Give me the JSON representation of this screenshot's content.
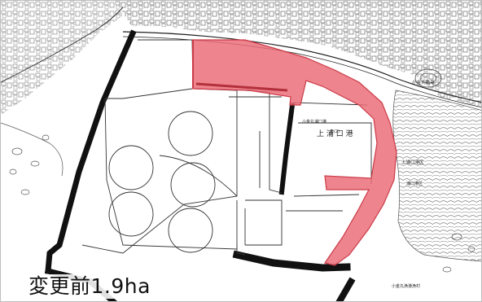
{
  "map": {
    "caption": "変更前1.9ha",
    "area_label": "上 浦 口 港",
    "highlight_color": "#ea6f7a",
    "highlight_stroke": "#cc3b48",
    "breakwater_color": "#111111",
    "small_labels": [
      "ホ(2)",
      "小金丸漁港",
      "上浦口港区",
      "浦口港区",
      "小金丸浦口港",
      "小金丸漁港漁村"
    ]
  }
}
